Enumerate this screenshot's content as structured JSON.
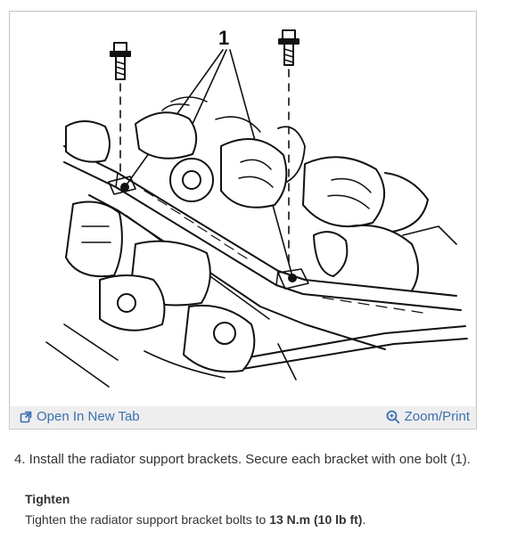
{
  "figure": {
    "callout_label": "1",
    "open_tab_label": "Open In New Tab",
    "zoom_label": "Zoom/Print",
    "open_tab_icon": "open-new-tab-icon",
    "zoom_icon": "magnifier-icon",
    "link_color": "#3a6fb0"
  },
  "step": {
    "text": "4. Install the radiator support brackets. Secure each bracket with one bolt (1)."
  },
  "tighten": {
    "title": "Tighten",
    "text_before": "Tighten the radiator support bracket bolts to ",
    "torque": "13 N.m (10 lb ft)",
    "text_after": "."
  }
}
